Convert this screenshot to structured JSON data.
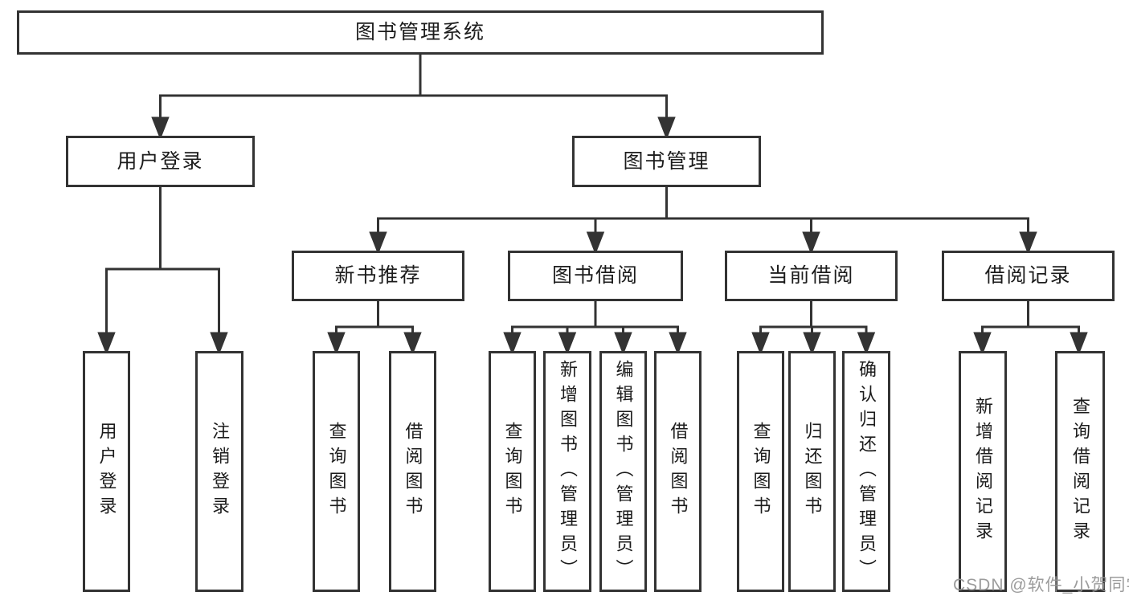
{
  "tree": {
    "label": "图书管理系统",
    "children": [
      {
        "label": "用户登录",
        "children": [
          {
            "label": "用户登录"
          },
          {
            "label": "注销登录"
          }
        ]
      },
      {
        "label": "图书管理",
        "children": [
          {
            "label": "新书推荐",
            "children": [
              {
                "label": "查询图书"
              },
              {
                "label": "借阅图书"
              }
            ]
          },
          {
            "label": "图书借阅",
            "children": [
              {
                "label": "查询图书"
              },
              {
                "label": "新增图书（管理员）"
              },
              {
                "label": "编辑图书（管理员）"
              },
              {
                "label": "借阅图书"
              }
            ]
          },
          {
            "label": "当前借阅",
            "children": [
              {
                "label": "查询图书"
              },
              {
                "label": "归还图书"
              },
              {
                "label": "确认归还（管理员）"
              }
            ]
          },
          {
            "label": "借阅记录",
            "children": [
              {
                "label": "新增借阅记录"
              },
              {
                "label": "查询借阅记录"
              }
            ]
          }
        ]
      }
    ]
  },
  "watermark": {
    "text": "CSDN @软件_小贺同学"
  },
  "colors": {
    "line": "#333333",
    "box_border": "#333333",
    "text": "#1c1c1c",
    "watermark": "#949494",
    "background": "#ffffff"
  }
}
